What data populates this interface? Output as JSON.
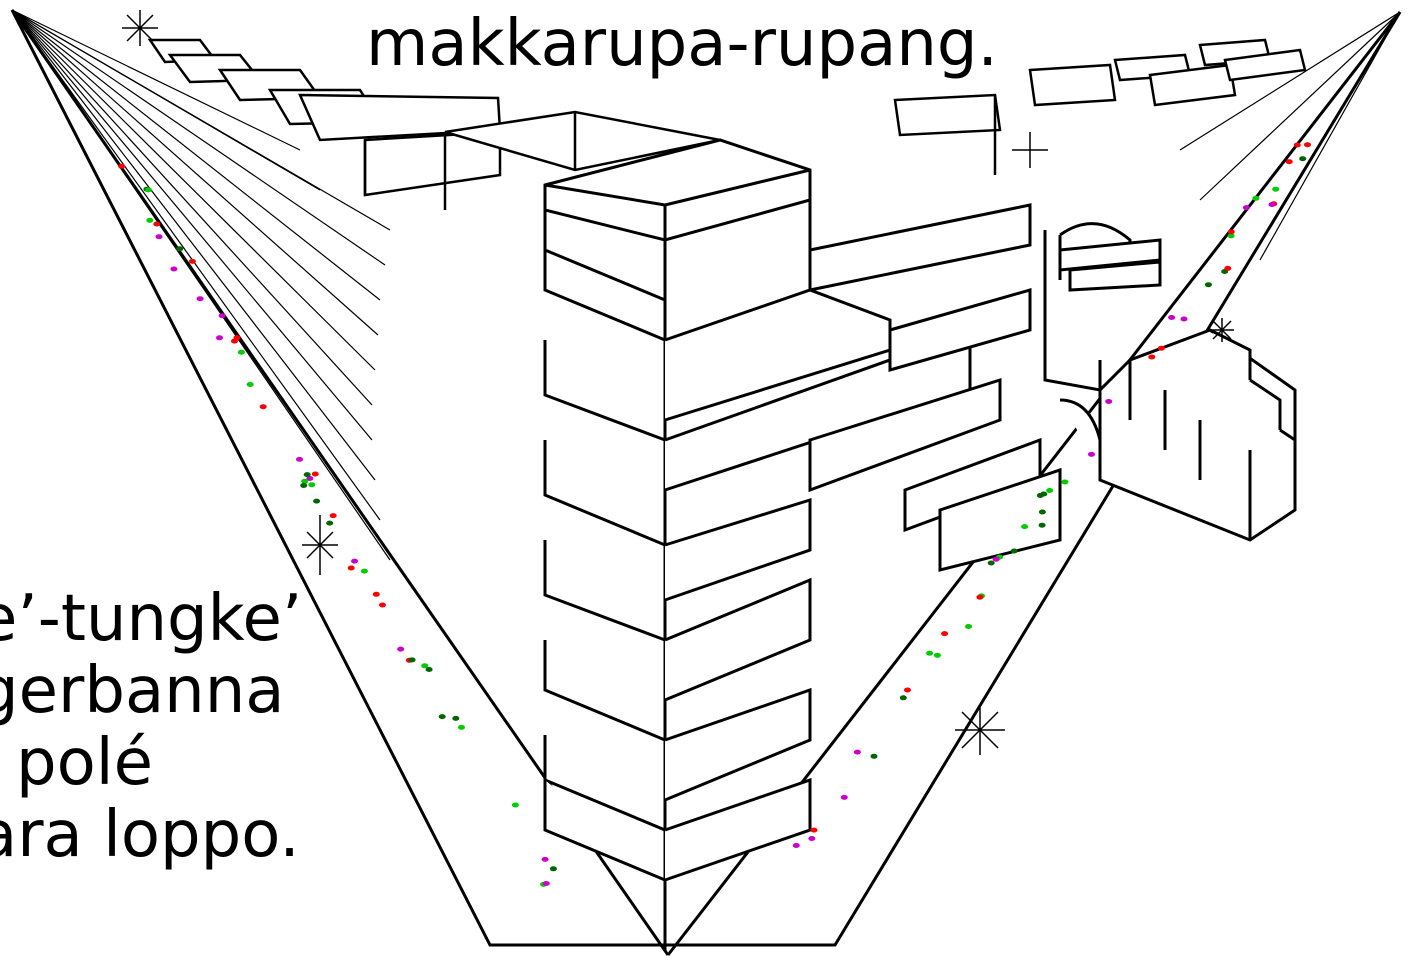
{
  "caption": {
    "top": "makkarupa-rupang.",
    "left_lines": [
      "e’-tungke’",
      "gerbanna",
      "polé",
      "ara loppo."
    ]
  },
  "colors": {
    "ink": "#000000",
    "paper": "#ffffff",
    "speckle": [
      "#ff0000",
      "#00cc00",
      "#cc00cc",
      "#006600"
    ]
  }
}
